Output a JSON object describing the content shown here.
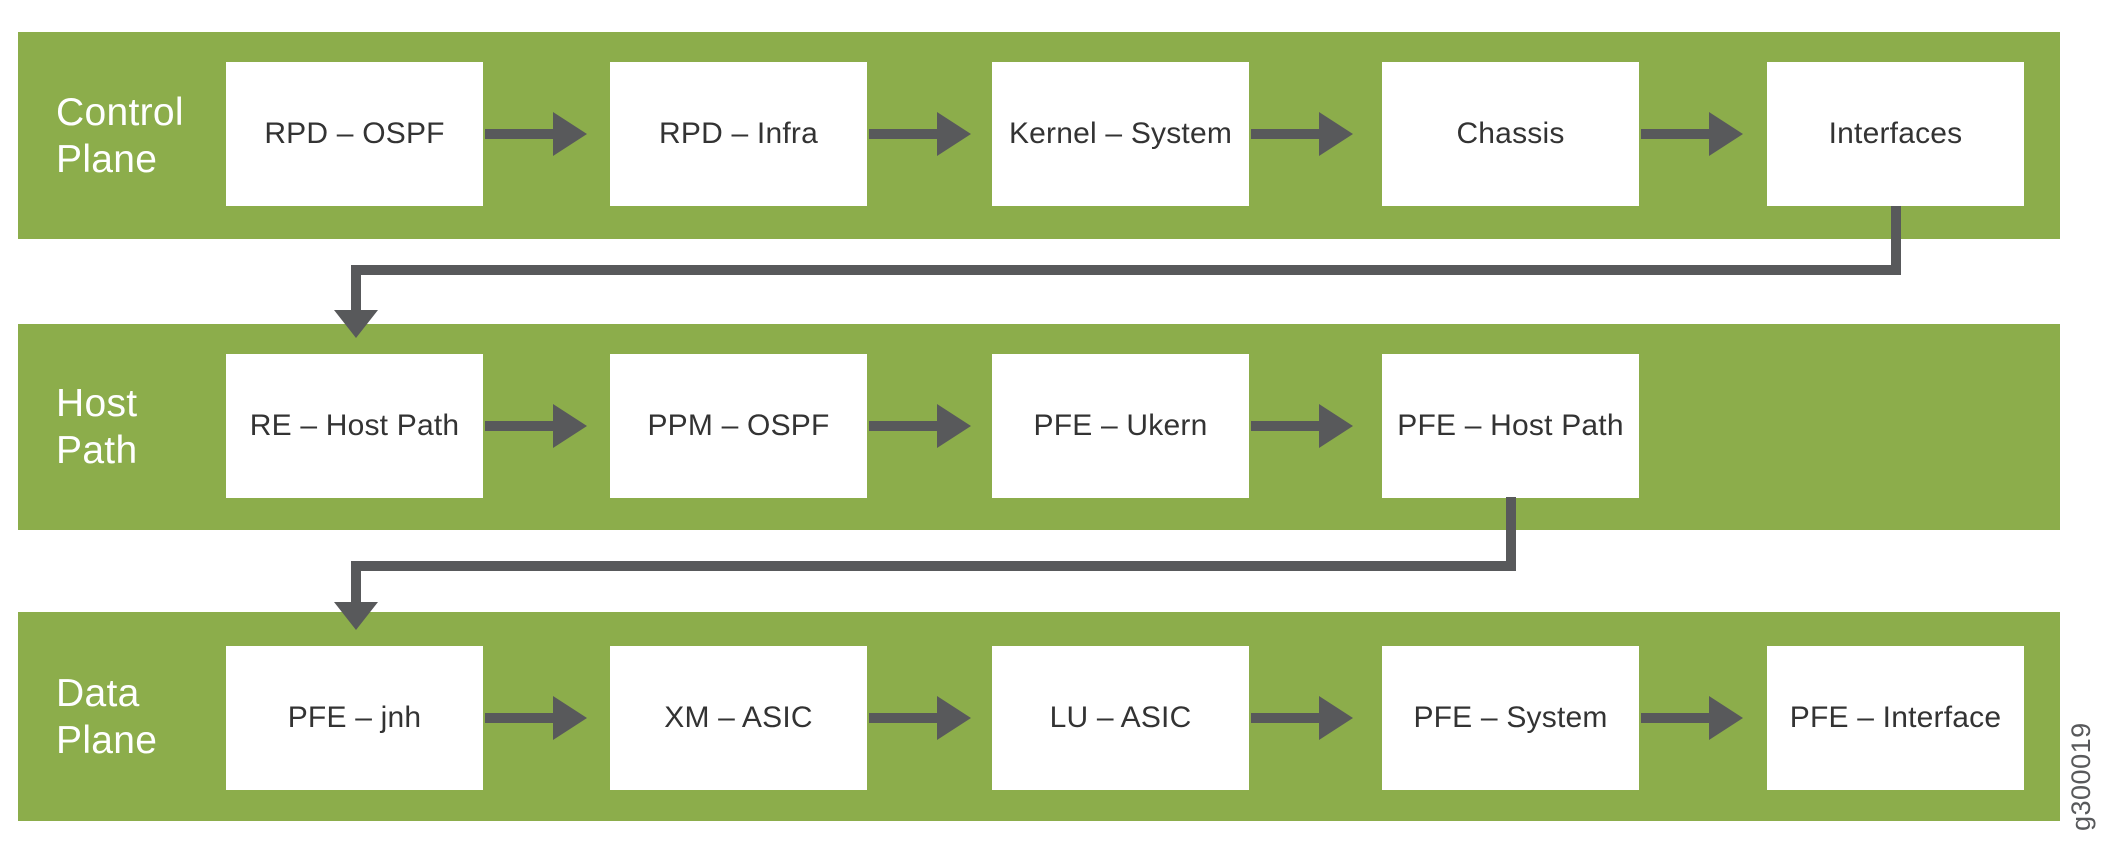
{
  "figure": {
    "id_label": "g300019",
    "colors": {
      "band_green": "#8cad4b",
      "arrow_gray": "#58595b",
      "box_background": "#ffffff",
      "box_text": "#333333",
      "lane_label_text": "#ffffff"
    },
    "lanes": [
      {
        "key": "control-plane",
        "label_lines": [
          "Control",
          "Plane"
        ],
        "nodes": [
          "RPD – OSPF",
          "RPD – Infra",
          "Kernel – System",
          "Chassis",
          "Interfaces"
        ]
      },
      {
        "key": "host-path",
        "label_lines": [
          "Host",
          "Path"
        ],
        "nodes": [
          "RE – Host Path",
          "PPM – OSPF",
          "PFE – Ukern",
          "PFE – Host Path"
        ]
      },
      {
        "key": "data-plane",
        "label_lines": [
          "Data",
          "Plane"
        ],
        "nodes": [
          "PFE – jnh",
          "XM – ASIC",
          "LU – ASIC",
          "PFE – System",
          "PFE – Interface"
        ]
      }
    ],
    "cross_lane_connectors": [
      {
        "from": "Interfaces",
        "to": "RE – Host Path"
      },
      {
        "from": "PFE – Host Path",
        "to": "PFE – jnh"
      }
    ]
  }
}
